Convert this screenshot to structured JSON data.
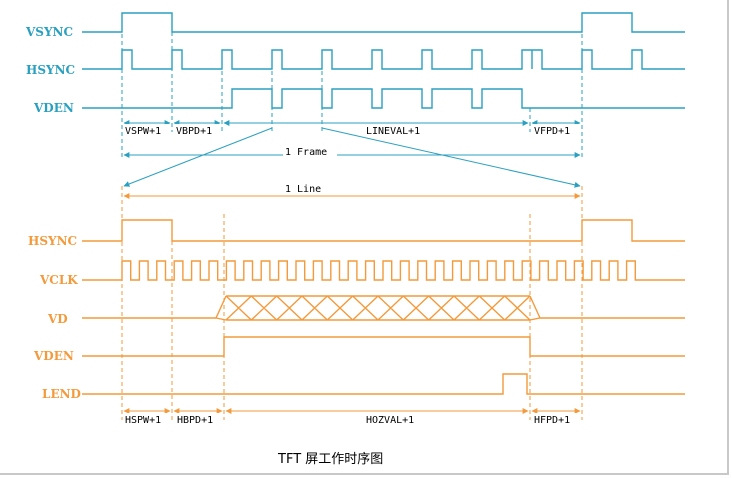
{
  "caption": "TFT 屏工作时序图",
  "colors": {
    "top": "#2aa0c0",
    "bottom": "#f39a3c",
    "text": "#000000"
  },
  "top": {
    "signals": [
      "VSYNC",
      "HSYNC",
      "VDEN"
    ],
    "intervals": [
      "VSPW+1",
      "VBPD+1",
      "LINEVAL+1",
      "VFPD+1"
    ],
    "frame_label": "1 Frame"
  },
  "bottom": {
    "line_label": "1 Line",
    "signals": [
      "HSYNC",
      "VCLK",
      "VD",
      "VDEN",
      "LEND"
    ],
    "intervals": [
      "HSPW+1",
      "HBPD+1",
      "HOZVAL+1",
      "HFPD+1"
    ]
  }
}
